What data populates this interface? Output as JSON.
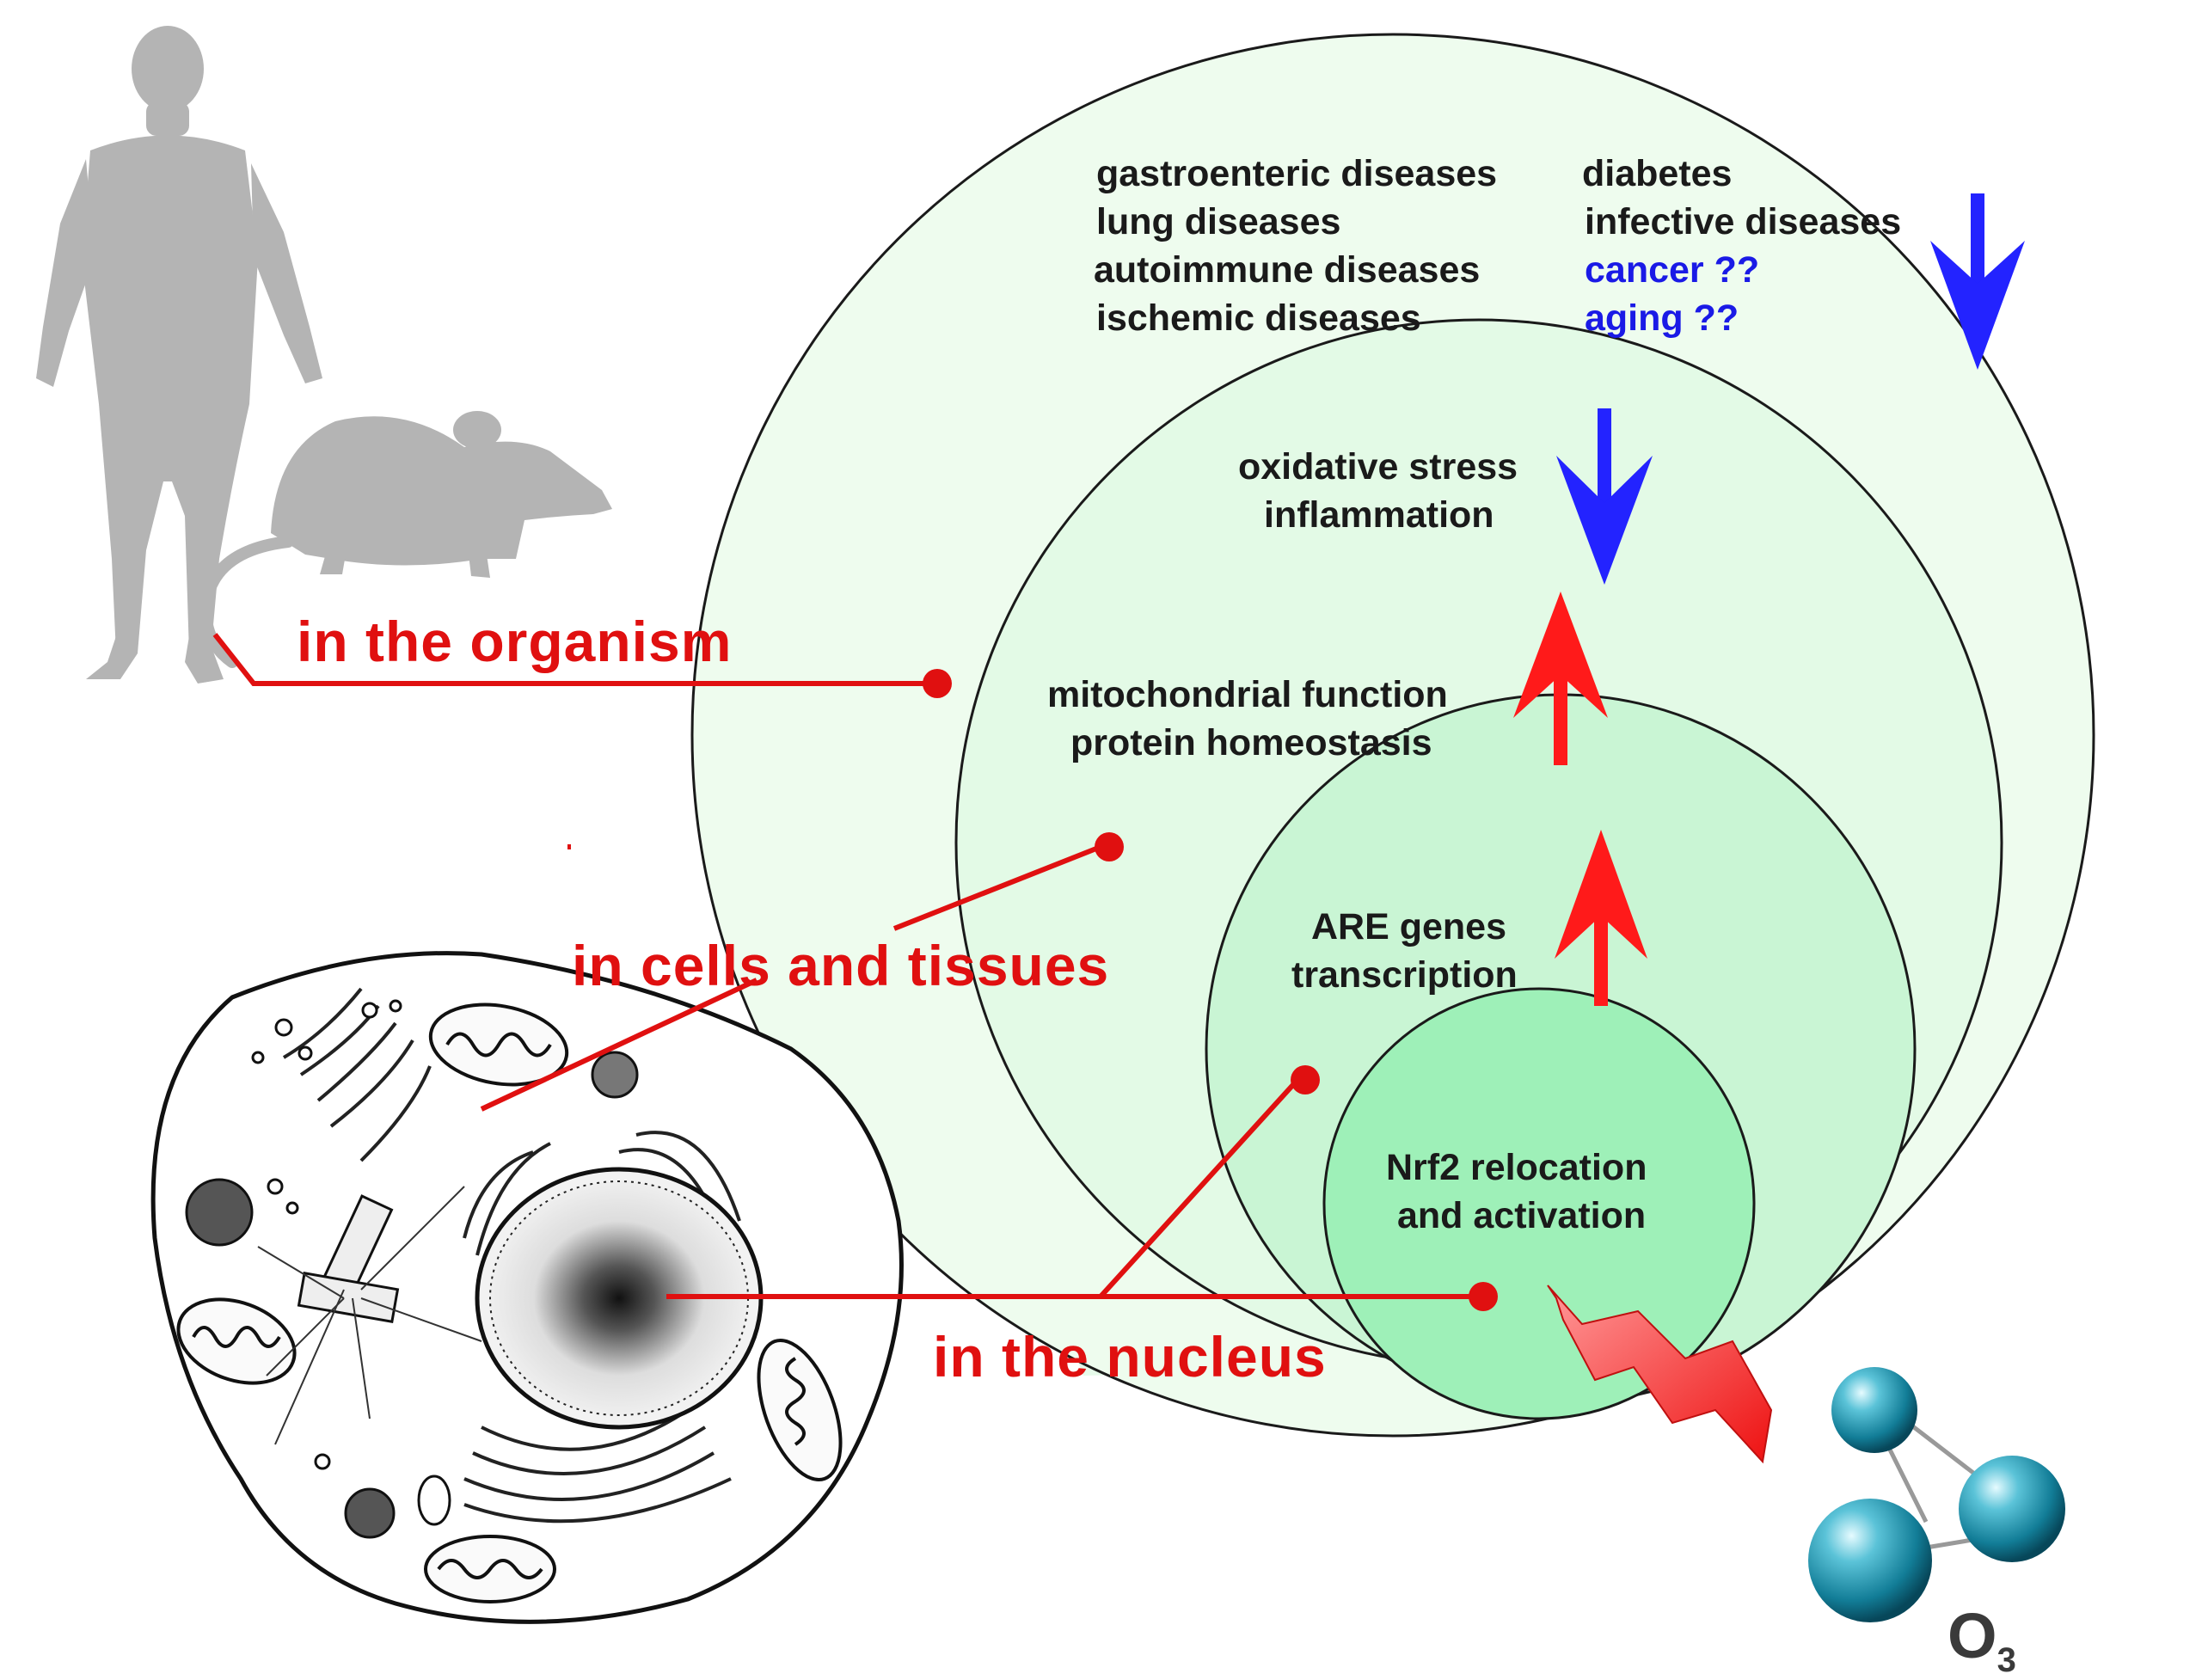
{
  "levels": {
    "organism": "in the organism",
    "cells": "in cells and tissues",
    "nucleus": "in the nucleus"
  },
  "organism_effects": {
    "col1": [
      "gastroenteric diseases",
      "lung diseases",
      "autoimmune diseases",
      "ischemic diseases"
    ],
    "col2": [
      "diabetes",
      "infective diseases"
    ],
    "uncertain": [
      "cancer ??",
      "aging ??"
    ]
  },
  "stress": [
    "oxidative stress",
    "inflammation"
  ],
  "mito": [
    "mitochondrial function",
    "protein homeostasis"
  ],
  "are": [
    "ARE genes",
    "transcription"
  ],
  "nrf2": [
    "Nrf2 relocation",
    "and activation"
  ],
  "ozone": {
    "symbol": "O",
    "subscript": "3"
  },
  "colors": {
    "level_red": "#e01010",
    "decrease_blue": "#2323ff",
    "increase_red": "#ff1a1a",
    "circle_outer": "#eefcee",
    "circle_mid": "#e3fae6",
    "circle_inner": "#c9f5d4",
    "circle_core": "#9ef0b8",
    "silhouette": "#b4b4b4",
    "ozone_sphere": "#1a8fa8"
  },
  "icons": [
    "human-silhouette-icon",
    "rat-silhouette-icon",
    "cell-drawing-icon",
    "ozone-molecule-icon",
    "lightning-icon"
  ]
}
